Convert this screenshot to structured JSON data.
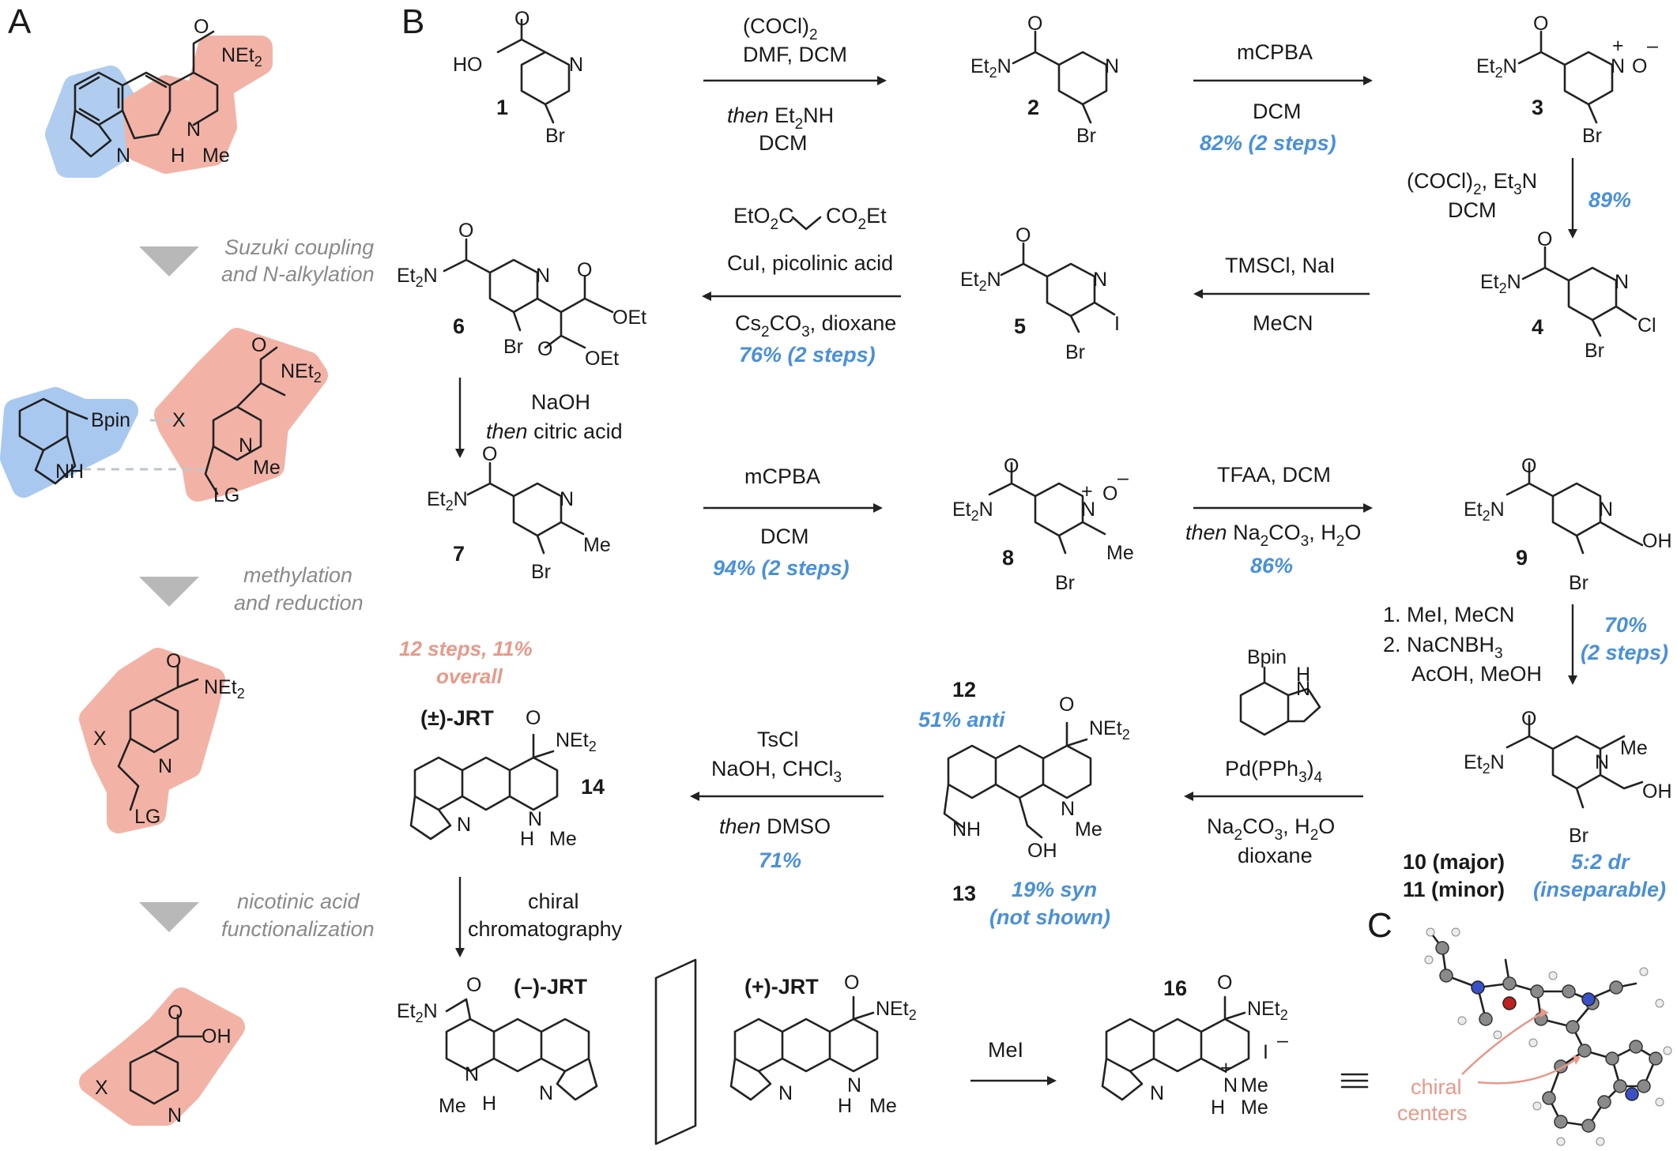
{
  "panels": {
    "a": "A",
    "b": "B",
    "c": "C"
  },
  "panel_a": {
    "steps": [
      [
        "Suzuki coupling",
        "and N-alkylation"
      ],
      [
        "methylation",
        "and reduction"
      ],
      [
        "nicotinic acid",
        "functionalization"
      ]
    ],
    "atoms": {
      "net2": "NEt",
      "sub2": "2",
      "n": "N",
      "h": "H",
      "me": "Me",
      "o": "O",
      "bpin": "Bpin",
      "nh": "NH",
      "x": "X",
      "lg": "LG",
      "oh": "OH"
    }
  },
  "compounds": {
    "c1": "1",
    "c2": "2",
    "c3": "3",
    "c4": "4",
    "c5": "5",
    "c6": "6",
    "c7": "7",
    "c8": "8",
    "c9": "9",
    "c10": "10 (major)",
    "c11": "11 (minor)",
    "c12": "12",
    "c13": "13",
    "c14": "14",
    "c16": "16",
    "jrt_rac": "(±)-JRT",
    "jrt_minus": "(–)-JRT",
    "jrt_plus": "(+)-JRT"
  },
  "atoms": {
    "ho": "HO",
    "o": "O",
    "n": "N",
    "br": "Br",
    "cl": "Cl",
    "i": "I",
    "me": "Me",
    "oh": "OH",
    "et2n": "Et",
    "net2": "NEt",
    "sub2": "2",
    "plus": "+",
    "minus": "–",
    "h": "H",
    "nh": "NH",
    "oet": "OEt",
    "bpin": "Bpin",
    "iodide": "I"
  },
  "reagents": {
    "r1a": "(COCl)",
    "r1a_sub": "2",
    "r1b": "DMF, DCM",
    "r1c_then": "then",
    "r1c": " Et",
    "r1c_sub": "2",
    "r1c_end": "NH",
    "r1d": "DCM",
    "r2a": "mCPBA",
    "r2b": "DCM",
    "r2y": "82% (2 steps)",
    "r3a": "(COCl)",
    "r3a_sub": "2",
    "r3a_mid": ", Et",
    "r3a_sub2": "3",
    "r3a_end": "N",
    "r3b": "DCM",
    "r3y": "89%",
    "r4a": "TMSCl, NaI",
    "r4b": "MeCN",
    "r5a": "EtO",
    "r5a_sub": "2",
    "r5a_mid": "C",
    "r5a_mid2": "CO",
    "r5a_sub2": "2",
    "r5a_end": "Et",
    "r5b": "CuI, picolinic acid",
    "r5c": "Cs",
    "r5c_sub": "2",
    "r5c_mid": "CO",
    "r5c_sub2": "3",
    "r5c_end": ", dioxane",
    "r5y": "76% (2 steps)",
    "r6a": "NaOH",
    "r6b_then": "then",
    "r6b": " citric acid",
    "r7a": "mCPBA",
    "r7b": "DCM",
    "r7y": "94% (2 steps)",
    "r8a": "TFAA, DCM",
    "r8b_then": "then",
    "r8b": " Na",
    "r8b_sub": "2",
    "r8b_mid": "CO",
    "r8b_sub2": "3",
    "r8b_end": ", H",
    "r8b_sub3": "2",
    "r8b_o": "O",
    "r8y": "86%",
    "r9a": "1. MeI, MeCN",
    "r9b": "2. NaCNBH",
    "r9b_sub": "3",
    "r9c": "AcOH, MeOH",
    "r9y1": "70%",
    "r9y2": "(2 steps)",
    "r10a": "Pd(PPh",
    "r10a_sub": "3",
    "r10a_end": ")",
    "r10a_sub2": "4",
    "r10b": "Na",
    "r10b_sub": "2",
    "r10b_mid": "CO",
    "r10b_sub2": "3",
    "r10b_end": ", H",
    "r10b_sub3": "2",
    "r10b_o": "O",
    "r10c": "dioxane",
    "dr1": "5:2 dr",
    "dr2": "(inseparable)",
    "y12": "51% anti",
    "y13a": "19% syn",
    "y13b": "(not shown)",
    "r11a": "TsCl",
    "r11b": "NaOH, CHCl",
    "r11b_sub": "3",
    "r11c_then": "then",
    "r11c": " DMSO",
    "r11y": "71%",
    "overall1": "12 steps, 11%",
    "overall2": "overall",
    "r12a": "chiral",
    "r12b": "chromatography",
    "r13": "MeI"
  },
  "panel_c": {
    "label1": "chiral",
    "label2": "centers"
  },
  "colors": {
    "blue_highlight": "#a8c8ef",
    "red_highlight": "#f2b3a6",
    "yield_blue": "#4a90d9",
    "overall_orange": "#e8998a"
  }
}
